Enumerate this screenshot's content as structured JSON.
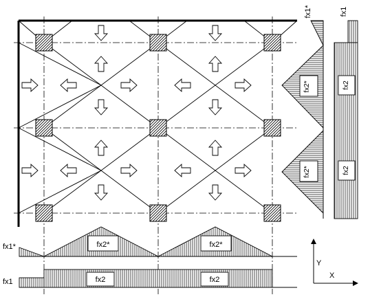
{
  "diagram": {
    "colors": {
      "ink": "#000000",
      "paper": "#ffffff"
    },
    "labels": {
      "top_right_fx1_star": "fx1*",
      "top_right_fx1": "fx1",
      "right_fx2_star_upper": "fx2*",
      "right_fx2_star_lower": "fx2*",
      "right_fx2_upper": "fx2",
      "right_fx2_lower": "fx2",
      "bottom_fx1_star": "fx1*",
      "bottom_fx1": "fx1",
      "bottom_fx2_star_left": "fx2*",
      "bottom_fx2_star_right": "fx2*",
      "bottom_fx2_left": "fx2",
      "bottom_fx2_right": "fx2",
      "axis_y": "Y",
      "axis_x": "X"
    }
  }
}
